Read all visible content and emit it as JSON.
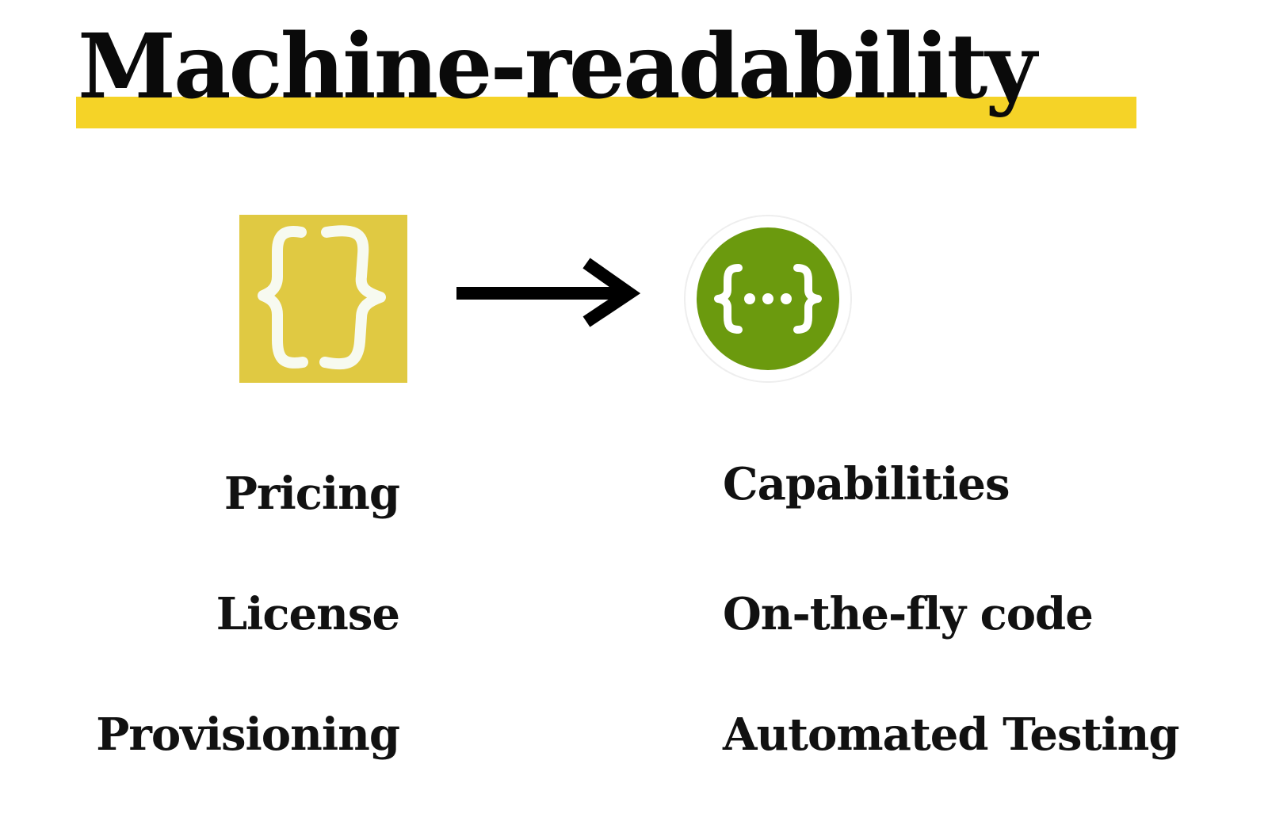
{
  "title": "Machine-readability",
  "colors": {
    "highlight": "#f5d327",
    "json_logo_bg": "#e0c942",
    "json_logo_fg": "#f7faf0",
    "swagger_green": "#6b9a0e",
    "text": "#111111"
  },
  "icons": {
    "left": "json-curly-braces-icon",
    "arrow": "right-arrow-icon",
    "right": "swagger-openapi-icon"
  },
  "left_items": [
    "Pricing",
    "License",
    "Provisioning"
  ],
  "right_items": [
    "Capabilities",
    "On-the-fly code",
    "Automated Testing"
  ]
}
